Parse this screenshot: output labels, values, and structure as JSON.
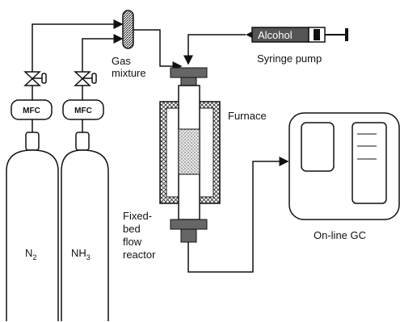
{
  "labels": {
    "gas_mixture_line1": "Gas",
    "gas_mixture_line2": "mixture",
    "syringe_label": "Alcohol",
    "syringe_pump": "Syringe pump",
    "furnace": "Furnace",
    "reactor_line1": "Fixed-",
    "reactor_line2": "bed",
    "reactor_line3": "flow",
    "reactor_line4": "reactor",
    "gc": "On-line GC",
    "mfc_left": "MFC",
    "mfc_right": "MFC",
    "cyl_left_main": "N",
    "cyl_left_sub": "2",
    "cyl_right_main": "NH",
    "cyl_right_sub": "3"
  }
}
